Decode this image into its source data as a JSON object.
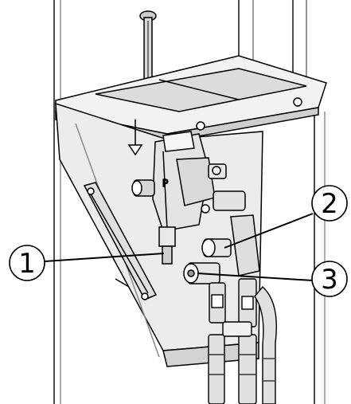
{
  "figure": {
    "background": "#ffffff",
    "line_color": "#000000",
    "panel_fill": "#e6e6e6",
    "callouts": [
      {
        "label": "1"
      },
      {
        "label": "2"
      },
      {
        "label": "3"
      }
    ],
    "valve_marking": "P"
  }
}
